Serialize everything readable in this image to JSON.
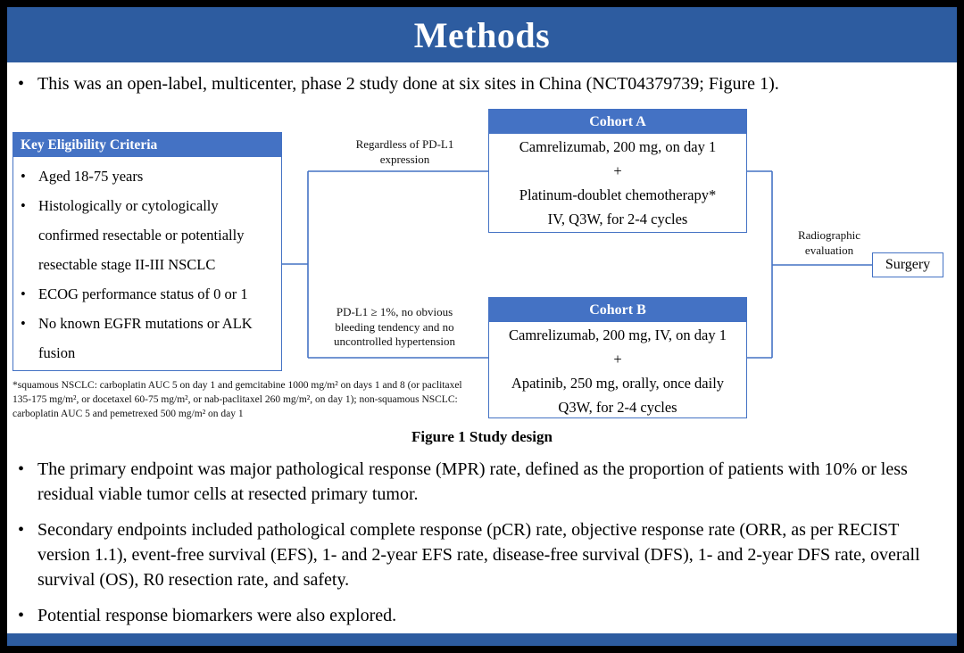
{
  "slide": {
    "title": "Methods",
    "bullet_glyph": "•",
    "intro_bullet": "This was an open-label, multicenter, phase 2 study done at six sites in China (NCT04379739; Figure 1).",
    "figure": {
      "eligibility": {
        "header": "Key Eligibility Criteria",
        "items": [
          "Aged 18-75 years",
          "Histologically or cytologically confirmed resectable or potentially resectable stage II-III NSCLC",
          "ECOG performance status of 0 or 1",
          "No known EGFR mutations or ALK fusion"
        ]
      },
      "branch_a_label": "Regardless of PD-L1 expression",
      "branch_b_label": "PD-L1 ≥ 1%, no obvious bleeding tendency and no uncontrolled hypertension",
      "cohort_a": {
        "header": "Cohort A",
        "lines": [
          "Camrelizumab, 200 mg, on day 1",
          "+",
          "Platinum-doublet chemotherapy*",
          "IV, Q3W, for 2-4 cycles"
        ]
      },
      "cohort_b": {
        "header": "Cohort B",
        "lines": [
          "Camrelizumab, 200 mg, IV, on day 1",
          "+",
          "Apatinib, 250 mg, orally, once daily",
          "Q3W, for 2-4 cycles"
        ]
      },
      "evaluation_label": "Radiographic evaluation",
      "surgery_label": "Surgery",
      "footnote": "*squamous NSCLC: carboplatin AUC 5 on day 1 and gemcitabine 1000 mg/m² on days 1 and 8 (or paclitaxel 135-175 mg/m², or docetaxel 60-75 mg/m², or nab-paclitaxel 260 mg/m², on day 1); non-squamous NSCLC: carboplatin AUC 5 and pemetrexed 500 mg/m² on day 1",
      "caption": "Figure 1 Study design"
    },
    "bullets": [
      "The primary endpoint was major pathological response (MPR) rate, defined as the proportion of patients with 10% or less residual viable tumor cells at resected primary tumor.",
      "Secondary endpoints included pathological complete response (pCR) rate, objective response rate (ORR, as per RECIST version 1.1), event-free survival (EFS), 1- and 2-year EFS rate, disease-free survival (DFS), 1- and 2-year DFS rate, overall survival (OS), R0 resection rate, and safety.",
      "Potential response biomarkers were also explored."
    ],
    "colors": {
      "bar_blue": "#2d5ca0",
      "box_blue": "#4472c4"
    }
  }
}
